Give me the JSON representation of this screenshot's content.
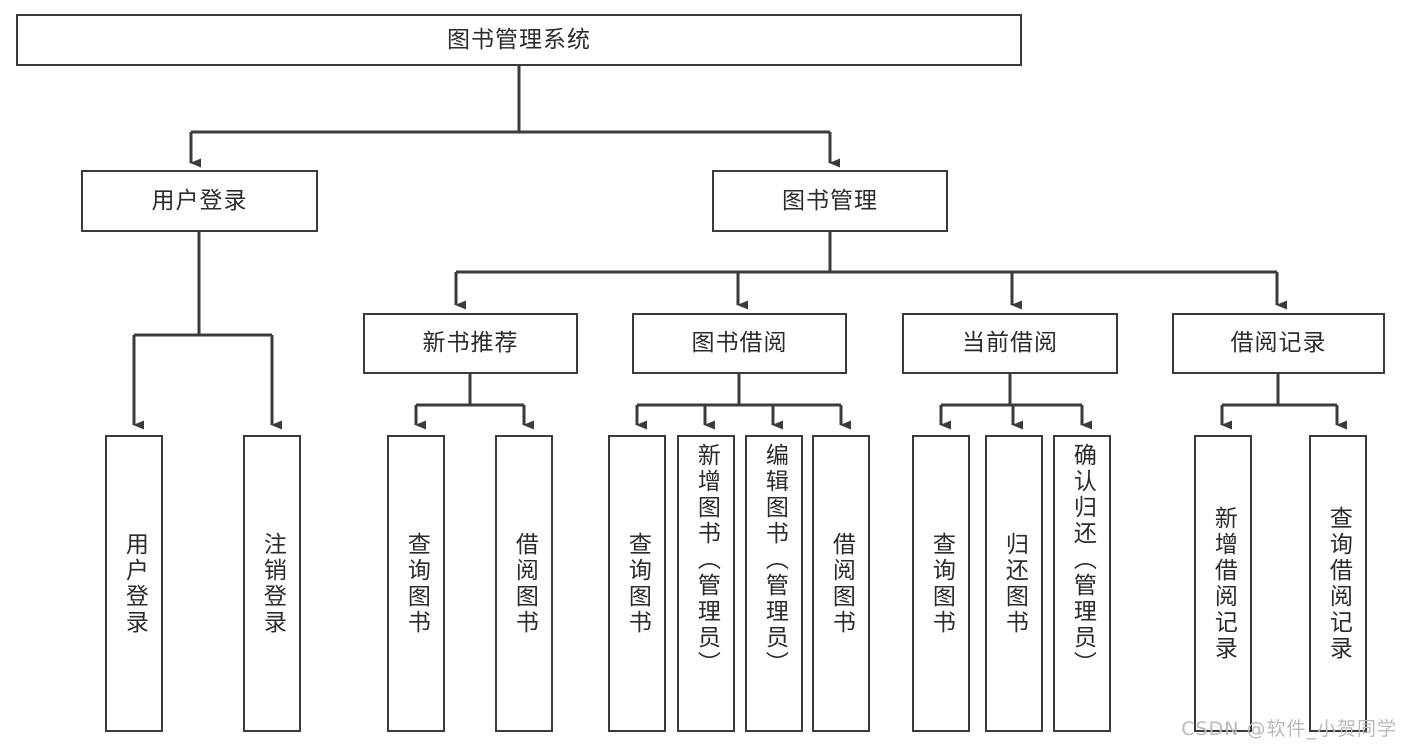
{
  "diagram": {
    "title": "图书管理系统",
    "type": "tree",
    "watermark": "CSDN @软件_小贺同学",
    "colors": {
      "box_border": "#3b3b3b",
      "box_fill": "#ffffff",
      "line": "#3b3b3b",
      "text": "#2b2b2b",
      "watermark": "#b9b9b9",
      "background": "#ffffff"
    },
    "root": {
      "id": "root",
      "label": "图书管理系统"
    },
    "level2": [
      {
        "id": "login",
        "label": "用户登录"
      },
      {
        "id": "bookmgmt",
        "label": "图书管理"
      }
    ],
    "level3": [
      {
        "id": "newbook",
        "label": "新书推荐",
        "parent": "bookmgmt"
      },
      {
        "id": "borrow",
        "label": "图书借阅",
        "parent": "bookmgmt"
      },
      {
        "id": "current",
        "label": "当前借阅",
        "parent": "bookmgmt"
      },
      {
        "id": "record",
        "label": "借阅记录",
        "parent": "bookmgmt"
      }
    ],
    "leaves": [
      {
        "id": "leaf-user-login",
        "label": "用户登录",
        "parent": "login"
      },
      {
        "id": "leaf-user-logout",
        "label": "注销登录",
        "parent": "login"
      },
      {
        "id": "leaf-nb-query",
        "label": "查询图书",
        "parent": "newbook"
      },
      {
        "id": "leaf-nb-borrow",
        "label": "借阅图书",
        "parent": "newbook"
      },
      {
        "id": "leaf-bw-query",
        "label": "查询图书",
        "parent": "borrow"
      },
      {
        "id": "leaf-bw-add",
        "label": "新增图书（管理员）",
        "parent": "borrow"
      },
      {
        "id": "leaf-bw-edit",
        "label": "编辑图书（管理员）",
        "parent": "borrow"
      },
      {
        "id": "leaf-bw-borrow",
        "label": "借阅图书",
        "parent": "borrow"
      },
      {
        "id": "leaf-cur-query",
        "label": "查询图书",
        "parent": "current"
      },
      {
        "id": "leaf-cur-return",
        "label": "归还图书",
        "parent": "current"
      },
      {
        "id": "leaf-cur-confirm",
        "label": "确认归还（管理员）",
        "parent": "current"
      },
      {
        "id": "leaf-rec-add",
        "label": "新增借阅记录",
        "parent": "record"
      },
      {
        "id": "leaf-rec-query",
        "label": "查询借阅记录",
        "parent": "record"
      }
    ]
  },
  "chart_data": {
    "type": "table",
    "title": "图书管理系统 功能结构图",
    "nodes": [
      "图书管理系统",
      "用户登录",
      "图书管理",
      "新书推荐",
      "图书借阅",
      "当前借阅",
      "借阅记录",
      "用户登录",
      "注销登录",
      "查询图书",
      "借阅图书",
      "查询图书",
      "新增图书（管理员）",
      "编辑图书（管理员）",
      "借阅图书",
      "查询图书",
      "归还图书",
      "确认归还（管理员）",
      "新增借阅记录",
      "查询借阅记录"
    ],
    "edges": [
      [
        "图书管理系统",
        "用户登录"
      ],
      [
        "图书管理系统",
        "图书管理"
      ],
      [
        "用户登录",
        "用户登录"
      ],
      [
        "用户登录",
        "注销登录"
      ],
      [
        "图书管理",
        "新书推荐"
      ],
      [
        "图书管理",
        "图书借阅"
      ],
      [
        "图书管理",
        "当前借阅"
      ],
      [
        "图书管理",
        "借阅记录"
      ],
      [
        "新书推荐",
        "查询图书"
      ],
      [
        "新书推荐",
        "借阅图书"
      ],
      [
        "图书借阅",
        "查询图书"
      ],
      [
        "图书借阅",
        "新增图书（管理员）"
      ],
      [
        "图书借阅",
        "编辑图书（管理员）"
      ],
      [
        "图书借阅",
        "借阅图书"
      ],
      [
        "当前借阅",
        "查询图书"
      ],
      [
        "当前借阅",
        "归还图书"
      ],
      [
        "当前借阅",
        "确认归还（管理员）"
      ],
      [
        "借阅记录",
        "新增借阅记录"
      ],
      [
        "借阅记录",
        "查询借阅记录"
      ]
    ]
  }
}
